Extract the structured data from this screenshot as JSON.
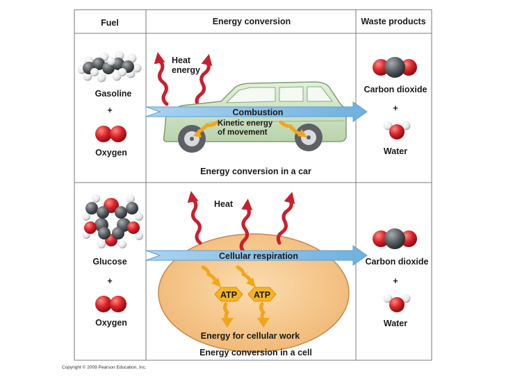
{
  "headers": {
    "fuel": "Fuel",
    "conversion": "Energy conversion",
    "waste": "Waste products"
  },
  "car_panel": {
    "fuel_1": "Gasoline",
    "plus_1": "+",
    "fuel_2": "Oxygen",
    "heat_label_line1": "Heat",
    "heat_label_line2": "energy",
    "process": "Combustion",
    "kinetic_line1": "Kinetic energy",
    "kinetic_line2": "of movement",
    "caption": "Energy conversion in a car",
    "waste_1": "Carbon dioxide",
    "plus_2": "+",
    "waste_2": "Water"
  },
  "cell_panel": {
    "fuel_1": "Glucose",
    "plus_1": "+",
    "fuel_2": "Oxygen",
    "heat_label": "Heat",
    "process": "Cellular respiration",
    "atp_1": "ATP",
    "atp_2": "ATP",
    "work": "Energy for cellular work",
    "caption": "Energy conversion in a cell",
    "waste_1": "Carbon dioxide",
    "plus_2": "+",
    "waste_2": "Water"
  },
  "copyright": "Copyright © 2009 Pearson Education, Inc.",
  "colors": {
    "arrow_blue": "#8ec3ea",
    "heat_red": "#c8202f",
    "energy_orange": "#f3a51a",
    "cell_fill": "#f6c890",
    "car_body": "#cfe3c4",
    "oxygen_red": "#d8232a",
    "carbon_gray": "#555a5e",
    "hydrogen_white": "#f4f4f4"
  }
}
